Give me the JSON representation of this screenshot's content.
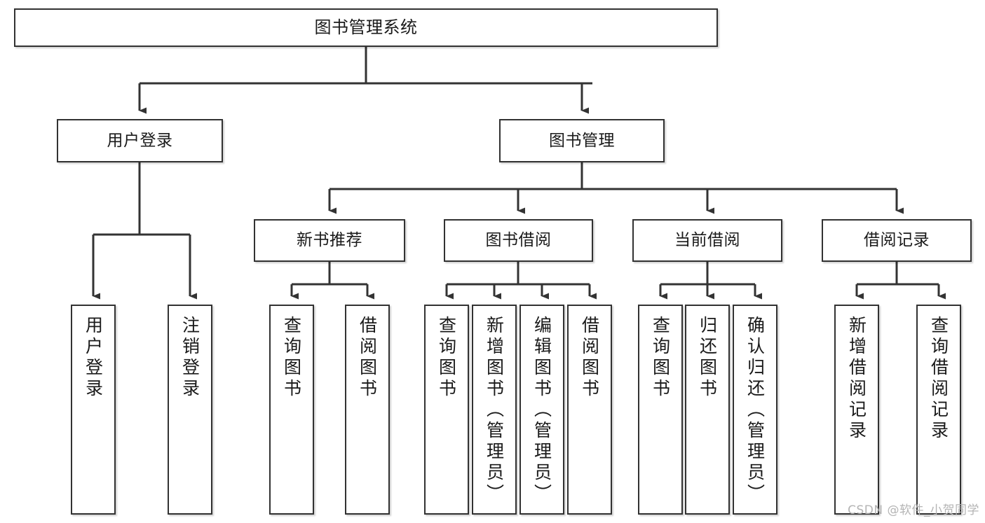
{
  "diagram": {
    "type": "tree-hierarchy",
    "title": "图书管理系统",
    "watermark": "CSDN @软件_小贺同学",
    "colors": {
      "node_border": "#323232",
      "node_fill": "#ffffff",
      "edge": "#333333",
      "text": "#1a1a1a",
      "watermark": "#b4b4b4",
      "background": "#ffffff"
    },
    "nodes": {
      "root": {
        "label": "图书管理系统"
      },
      "level1": [
        {
          "id": "user-login",
          "label": "用户登录"
        },
        {
          "id": "book-management",
          "label": "图书管理"
        }
      ],
      "level2": [
        {
          "id": "new-book-recommend",
          "label": "新书推荐"
        },
        {
          "id": "book-borrow",
          "label": "图书借阅"
        },
        {
          "id": "current-borrow",
          "label": "当前借阅"
        },
        {
          "id": "borrow-record",
          "label": "借阅记录"
        }
      ],
      "leaves": [
        {
          "id": "leaf-user-login",
          "label": "用户登录",
          "parent": "user-login"
        },
        {
          "id": "leaf-user-logout",
          "label": "注销登录",
          "parent": "user-login"
        },
        {
          "id": "leaf-query-book-1",
          "label": "查询图书",
          "parent": "new-book-recommend"
        },
        {
          "id": "leaf-borrow-book-1",
          "label": "借阅图书",
          "parent": "new-book-recommend"
        },
        {
          "id": "leaf-query-book-2",
          "label": "查询图书",
          "parent": "book-borrow"
        },
        {
          "id": "leaf-add-book",
          "label": "新增图书（管理员）",
          "parent": "book-borrow"
        },
        {
          "id": "leaf-edit-book",
          "label": "编辑图书（管理员）",
          "parent": "book-borrow"
        },
        {
          "id": "leaf-borrow-book-2",
          "label": "借阅图书",
          "parent": "book-borrow"
        },
        {
          "id": "leaf-query-book-3",
          "label": "查询图书",
          "parent": "current-borrow"
        },
        {
          "id": "leaf-return-book",
          "label": "归还图书",
          "parent": "current-borrow"
        },
        {
          "id": "leaf-confirm-return",
          "label": "确认归还（管理员）",
          "parent": "current-borrow"
        },
        {
          "id": "leaf-add-record",
          "label": "新增借阅记录",
          "parent": "borrow-record"
        },
        {
          "id": "leaf-query-record",
          "label": "查询借阅记录",
          "parent": "borrow-record"
        }
      ]
    }
  }
}
